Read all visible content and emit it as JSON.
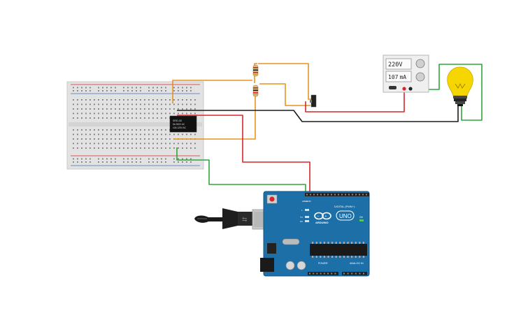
{
  "power_supply": {
    "voltage": "220",
    "voltage_unit": "V",
    "current": "107",
    "current_unit": "mA"
  },
  "relay": {
    "line1": "SRD-05",
    "line2": "5A 250V AC",
    "line3": "10A 125V AC"
  },
  "arduino": {
    "brand": "ARDUINO",
    "model": "UNO",
    "digital_label": "DIGITAL (PWM~)",
    "power_label": "POWER",
    "analog_label": "ANALOG IN",
    "aref_label": "AREF",
    "gnd_label": "GND",
    "on_label": "ON",
    "tx_label": "TX",
    "rx_label": "RX",
    "l_label": "L"
  },
  "colors": {
    "wire_orange": "#e8921e",
    "wire_red": "#d9262b",
    "wire_black": "#1c1c1c",
    "wire_green": "#2fa63a",
    "board_blue": "#1d6fa8",
    "bulb_yellow": "#f5d600"
  }
}
